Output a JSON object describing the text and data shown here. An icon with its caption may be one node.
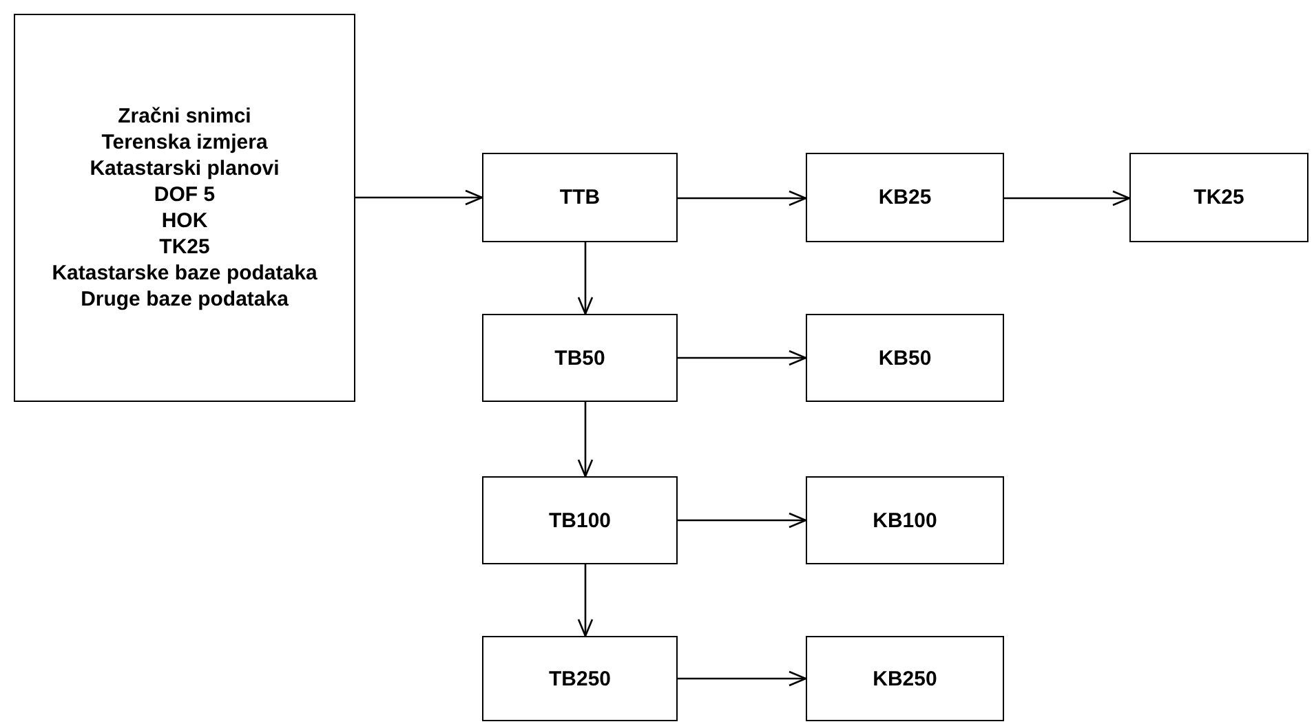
{
  "diagram": {
    "nodes": [
      {
        "text": [
          "Zračni snimci",
          "Terenska izmjera",
          "Katastarski planovi",
          "DOF 5",
          "HOK",
          "TK25",
          "Katastarske baze podataka",
          "Druge baze podataka"
        ]
      },
      {
        "text": [
          "TTB"
        ]
      },
      {
        "text": [
          "KB25"
        ]
      },
      {
        "text": [
          "TK25"
        ]
      },
      {
        "text": [
          "TB50"
        ]
      },
      {
        "text": [
          "KB50"
        ]
      },
      {
        "text": [
          "TB100"
        ]
      },
      {
        "text": [
          "KB100"
        ]
      },
      {
        "text": [
          "TB250"
        ]
      },
      {
        "text": [
          "KB250"
        ]
      }
    ],
    "edges": [
      {
        "from": 0,
        "to": 1,
        "arrow": "to"
      },
      {
        "from": 1,
        "to": 2,
        "arrow": "to"
      },
      {
        "from": 2,
        "to": 3,
        "arrow": "to"
      },
      {
        "from": 1,
        "to": 4,
        "arrow": "to"
      },
      {
        "from": 4,
        "to": 5,
        "arrow": "to"
      },
      {
        "from": 4,
        "to": 6,
        "arrow": "to"
      },
      {
        "from": 6,
        "to": 7,
        "arrow": "to"
      },
      {
        "from": 6,
        "to": 8,
        "arrow": "to"
      },
      {
        "from": 8,
        "to": 9,
        "arrow": "to"
      }
    ]
  }
}
